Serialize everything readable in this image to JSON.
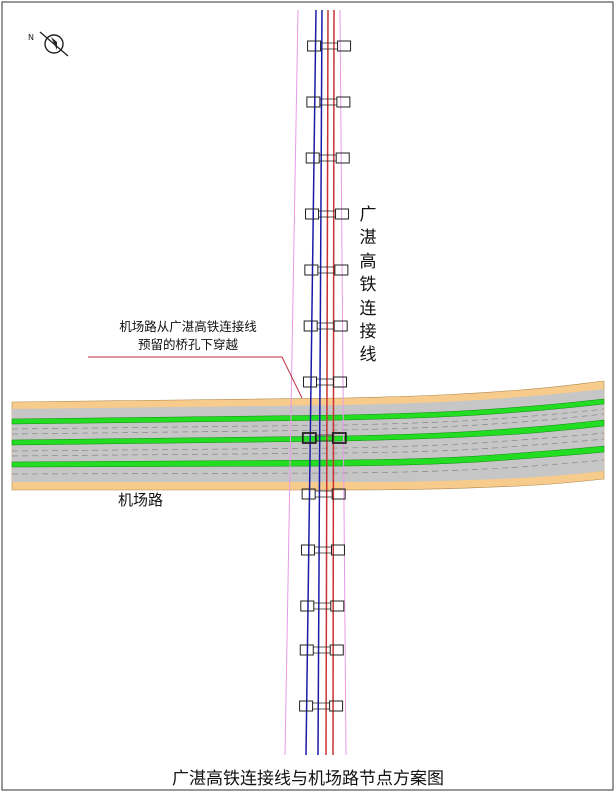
{
  "drawing": {
    "rail_name": "广湛高铁连接线",
    "note_line1": "机场路从广湛高铁连接线",
    "note_line2": "预留的桥孔下穿越",
    "road_name": "机场路",
    "title": "广湛高铁连接线与机场路节点方案图",
    "north_symbol": "north-arrow-icon"
  },
  "colors": {
    "road_edge": "#f5c98a",
    "road_surface": "#c8c8c8",
    "green_median": "#22dd22",
    "rail_blue": "#1a1aa8",
    "rail_red": "#c83232",
    "rail_pink": "#e89ae8"
  }
}
